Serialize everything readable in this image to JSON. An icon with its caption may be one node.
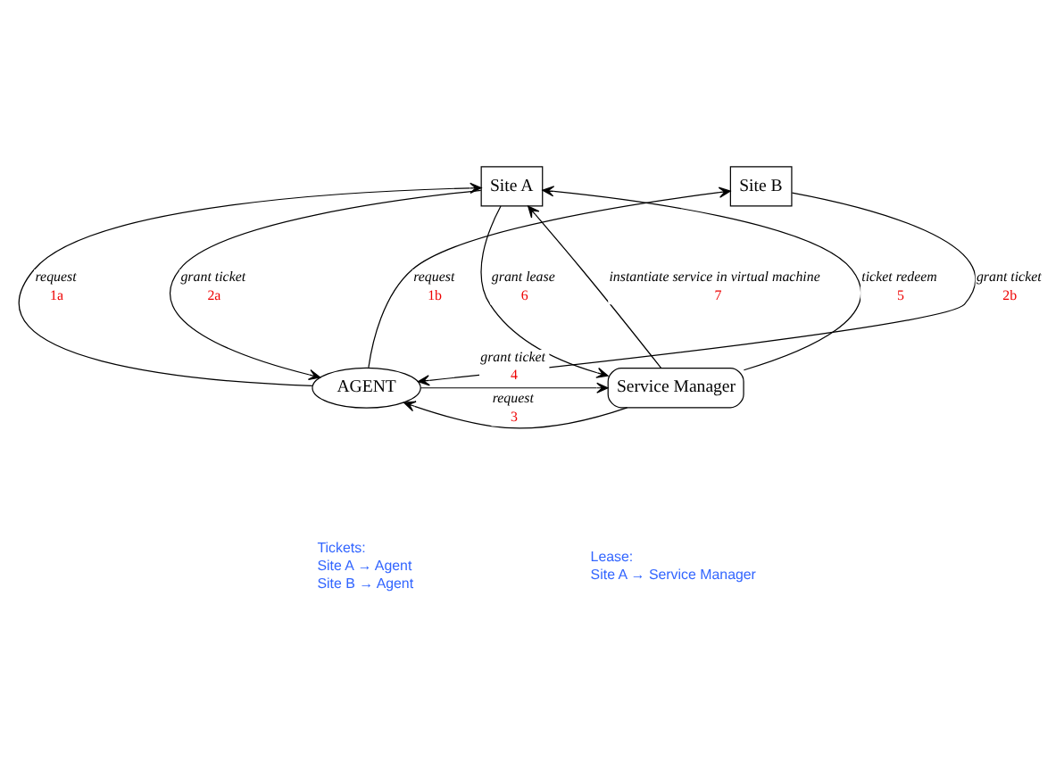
{
  "diagram": {
    "nodes": [
      {
        "text": [
          "Site A"
        ]
      },
      {
        "text": [
          "Site B"
        ]
      },
      {
        "text": [
          "AGENT"
        ],
        "beside": [
          "Tickets:",
          "Site A → Agent",
          "Site B → Agent"
        ]
      },
      {
        "text": [
          "Service Manager"
        ],
        "beside": [
          "Lease:",
          "Site A → Service Manager"
        ]
      }
    ],
    "edges": [
      {
        "from": 3,
        "to": 0,
        "arrow": "to",
        "label": "instantiate service in virtual machine 7"
      },
      {
        "from": 3,
        "to": 0,
        "arrow": "to",
        "label": "ticket redeem 5"
      },
      {
        "from": 0,
        "to": 3,
        "arrow": "to",
        "label": "grant lease 6"
      },
      {
        "from": 2,
        "to": 0,
        "arrow": "to",
        "label": "request 1a"
      },
      {
        "from": 0,
        "to": 2,
        "arrow": "to",
        "label": "grant ticket 2a"
      },
      {
        "from": 2,
        "to": 1,
        "arrow": "to",
        "label": "request 1b"
      },
      {
        "from": 1,
        "to": 2,
        "arrow": "to",
        "label": "grant ticket 2b"
      },
      {
        "from": 3,
        "to": 2,
        "arrow": "to",
        "label": "request 3"
      },
      {
        "from": 2,
        "to": 3,
        "arrow": "to",
        "label": "grant ticket 4"
      }
    ]
  }
}
